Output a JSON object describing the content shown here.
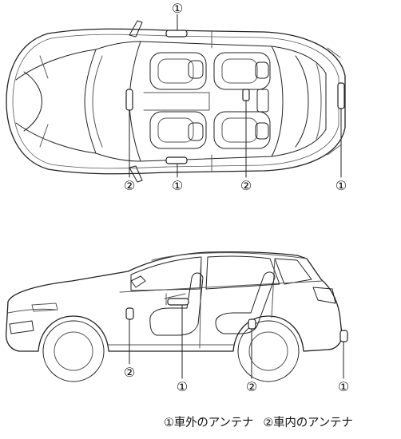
{
  "diagram": {
    "callouts": {
      "exterior": "①",
      "interior": "②"
    },
    "legend": {
      "exterior": "①車外のアンテナ",
      "interior": "②車内のアンテナ"
    }
  }
}
